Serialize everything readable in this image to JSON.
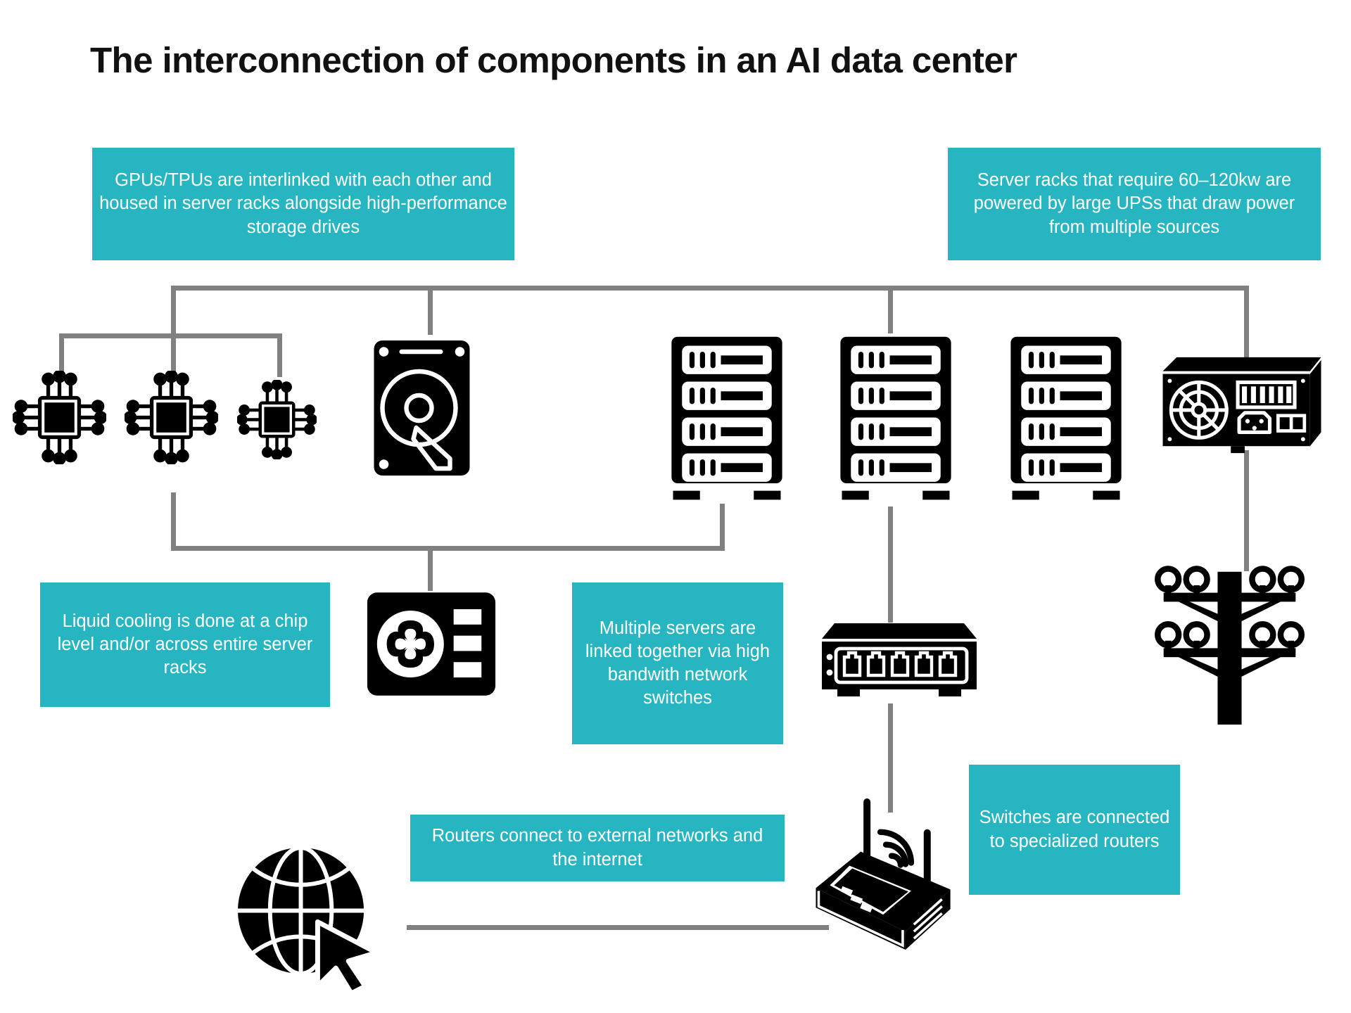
{
  "page": {
    "title": "The interconnection of components in an AI data center",
    "background": "#ffffff",
    "accent_color": "#27b5c2",
    "connector_color": "#808080",
    "icon_color": "#000000"
  },
  "callouts": [
    {
      "id": "gpu",
      "text": "GPUs/TPUs are interlinked with each other and housed in server racks alongside high-performance storage drives"
    },
    {
      "id": "ups",
      "text": "Server racks that require 60–120kw are powered by large UPSs that draw power from multiple sources"
    },
    {
      "id": "cooling",
      "text": "Liquid cooling is done at a chip level and/or across entire server racks"
    },
    {
      "id": "switches",
      "text": "Multiple servers are linked together via high bandwith network switches"
    },
    {
      "id": "routers",
      "text": "Routers connect to external networks and the internet"
    },
    {
      "id": "specrout",
      "text": "Switches are connected to specialized routers"
    }
  ],
  "icons": [
    {
      "id": "gpu-chip-1",
      "name": "gpu-chip-icon",
      "label": "GPU / TPU chip"
    },
    {
      "id": "gpu-chip-2",
      "name": "gpu-chip-icon",
      "label": "GPU / TPU chip"
    },
    {
      "id": "gpu-chip-3",
      "name": "gpu-chip-icon",
      "label": "GPU / TPU chip"
    },
    {
      "id": "storage-drive",
      "name": "hard-disk-drive-icon",
      "label": "High-performance storage drive"
    },
    {
      "id": "server-rack-1",
      "name": "server-rack-icon",
      "label": "Server rack"
    },
    {
      "id": "server-rack-2",
      "name": "server-rack-icon",
      "label": "Server rack"
    },
    {
      "id": "server-rack-3",
      "name": "server-rack-icon",
      "label": "Server rack"
    },
    {
      "id": "ups-psu",
      "name": "ups-power-supply-icon",
      "label": "UPS / power supply"
    },
    {
      "id": "cooling-unit",
      "name": "cooling-fan-unit-icon",
      "label": "Liquid cooling unit"
    },
    {
      "id": "network-switch",
      "name": "network-switch-icon",
      "label": "Network switch"
    },
    {
      "id": "utility-pole",
      "name": "utility-power-pole-icon",
      "label": "Utility power pole"
    },
    {
      "id": "router",
      "name": "wireless-router-icon",
      "label": "Router"
    },
    {
      "id": "internet-globe",
      "name": "internet-globe-icon",
      "label": "Internet / external network"
    }
  ]
}
